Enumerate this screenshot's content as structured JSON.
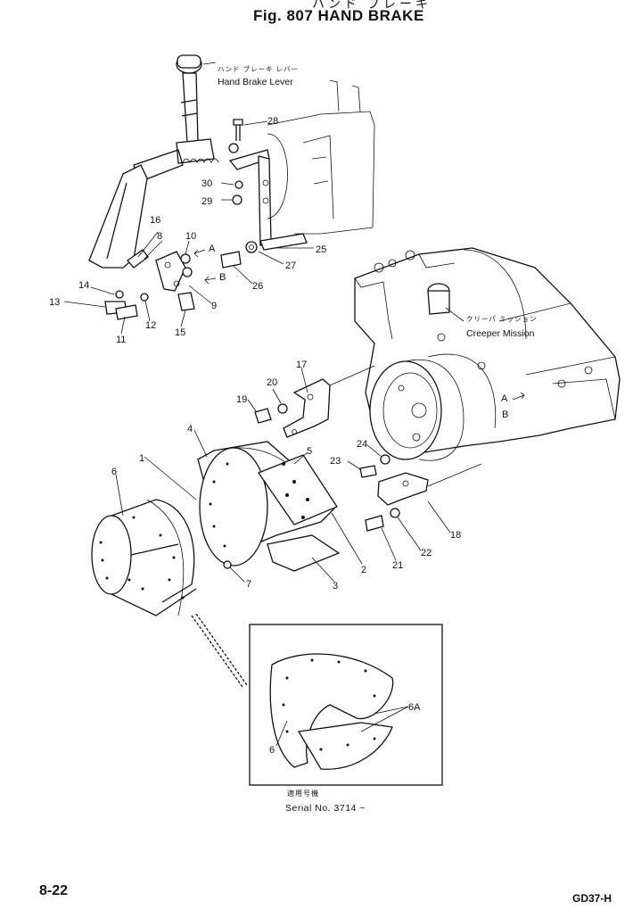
{
  "header": {
    "title_jp": "ハンド ブレーキ",
    "title": "Fig. 807 HAND BRAKE"
  },
  "labels": {
    "lever_jp": "ハンド ブレーキ レバー",
    "lever": "Hand Brake Lever",
    "creeper_jp": "クリーパ ミッション",
    "creeper": "Creeper Mission",
    "arrow_a1": "A",
    "arrow_b1": "B",
    "arrow_a2": "A",
    "arrow_b2": "B"
  },
  "parts": {
    "p1": "1",
    "p2": "2",
    "p3": "3",
    "p4": "4",
    "p5": "5",
    "p6": "6",
    "p6b": "6",
    "p6a": "6A",
    "p7": "7",
    "p8": "8",
    "p9": "9",
    "p10": "10",
    "p11": "11",
    "p12": "12",
    "p13": "13",
    "p14": "14",
    "p15": "15",
    "p16": "16",
    "p17": "17",
    "p18": "18",
    "p19": "19",
    "p20": "20",
    "p21": "21",
    "p22": "22",
    "p23": "23",
    "p24": "24",
    "p25": "25",
    "p26": "26",
    "p27": "27",
    "p28": "28",
    "p29": "29",
    "p30": "30"
  },
  "inset": {
    "serial_jp": "適用号機",
    "serial": "Serial No. 3714 ~"
  },
  "footer": {
    "page_number": "8-22",
    "model": "GD37-H"
  }
}
